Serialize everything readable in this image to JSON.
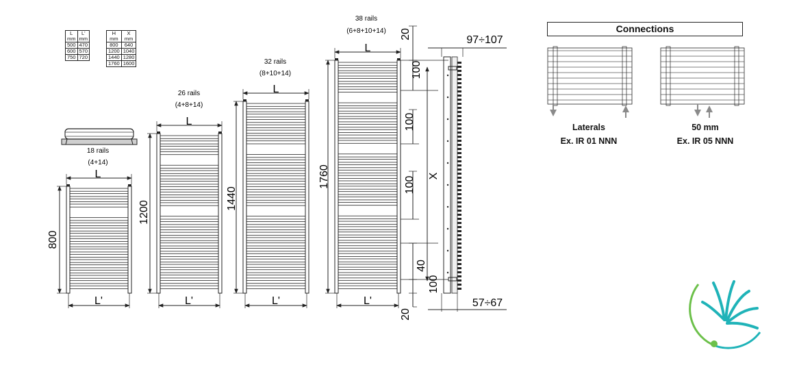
{
  "table_width": {
    "headers": [
      [
        "L",
        "mm"
      ],
      [
        "L'",
        "mm"
      ]
    ],
    "rows": [
      [
        "500",
        "470"
      ],
      [
        "600",
        "570"
      ],
      [
        "750",
        "720"
      ]
    ]
  },
  "table_height": {
    "headers": [
      [
        "H",
        "mm"
      ],
      [
        "X",
        "mm"
      ]
    ],
    "rows": [
      [
        "800",
        "640"
      ],
      [
        "1200",
        "1040"
      ],
      [
        "1440",
        "1280"
      ],
      [
        "1760",
        "1600"
      ]
    ]
  },
  "radiators": [
    {
      "rails": "18 rails",
      "combo": "(4+14)",
      "height": "800",
      "top_dim": "L",
      "bottom_dim": "L'"
    },
    {
      "rails": "26 rails",
      "combo": "(4+8+14)",
      "height": "1200",
      "top_dim": "L",
      "bottom_dim": "L'"
    },
    {
      "rails": "32 rails",
      "combo": "(8+10+14)",
      "height": "1440",
      "top_dim": "L",
      "bottom_dim": "L'"
    },
    {
      "rails": "38 rails",
      "combo": "(6+8+10+14)",
      "height": "1760",
      "top_dim": "L",
      "bottom_dim": "L'"
    }
  ],
  "side_dims": {
    "gap_top": "20",
    "gap_bottom": "20",
    "spacing_1": "100",
    "spacing_2": "100",
    "spacing_3": "100",
    "spacing_4": "100",
    "offset": "40",
    "axis_x": "X",
    "depth_top": "97÷107",
    "depth_bottom": "57÷67"
  },
  "connections": {
    "title": "Connections",
    "laterals_label": "Laterals",
    "laterals_code": "Ex. IR 01 NNN",
    "center_label": "50 mm",
    "center_code": "Ex. IR 05 NNN"
  },
  "colors": {
    "line": "#222222",
    "arrow": "#8a8a8a",
    "logo_teal": "#1fb3b8",
    "logo_green": "#6cc04a"
  }
}
